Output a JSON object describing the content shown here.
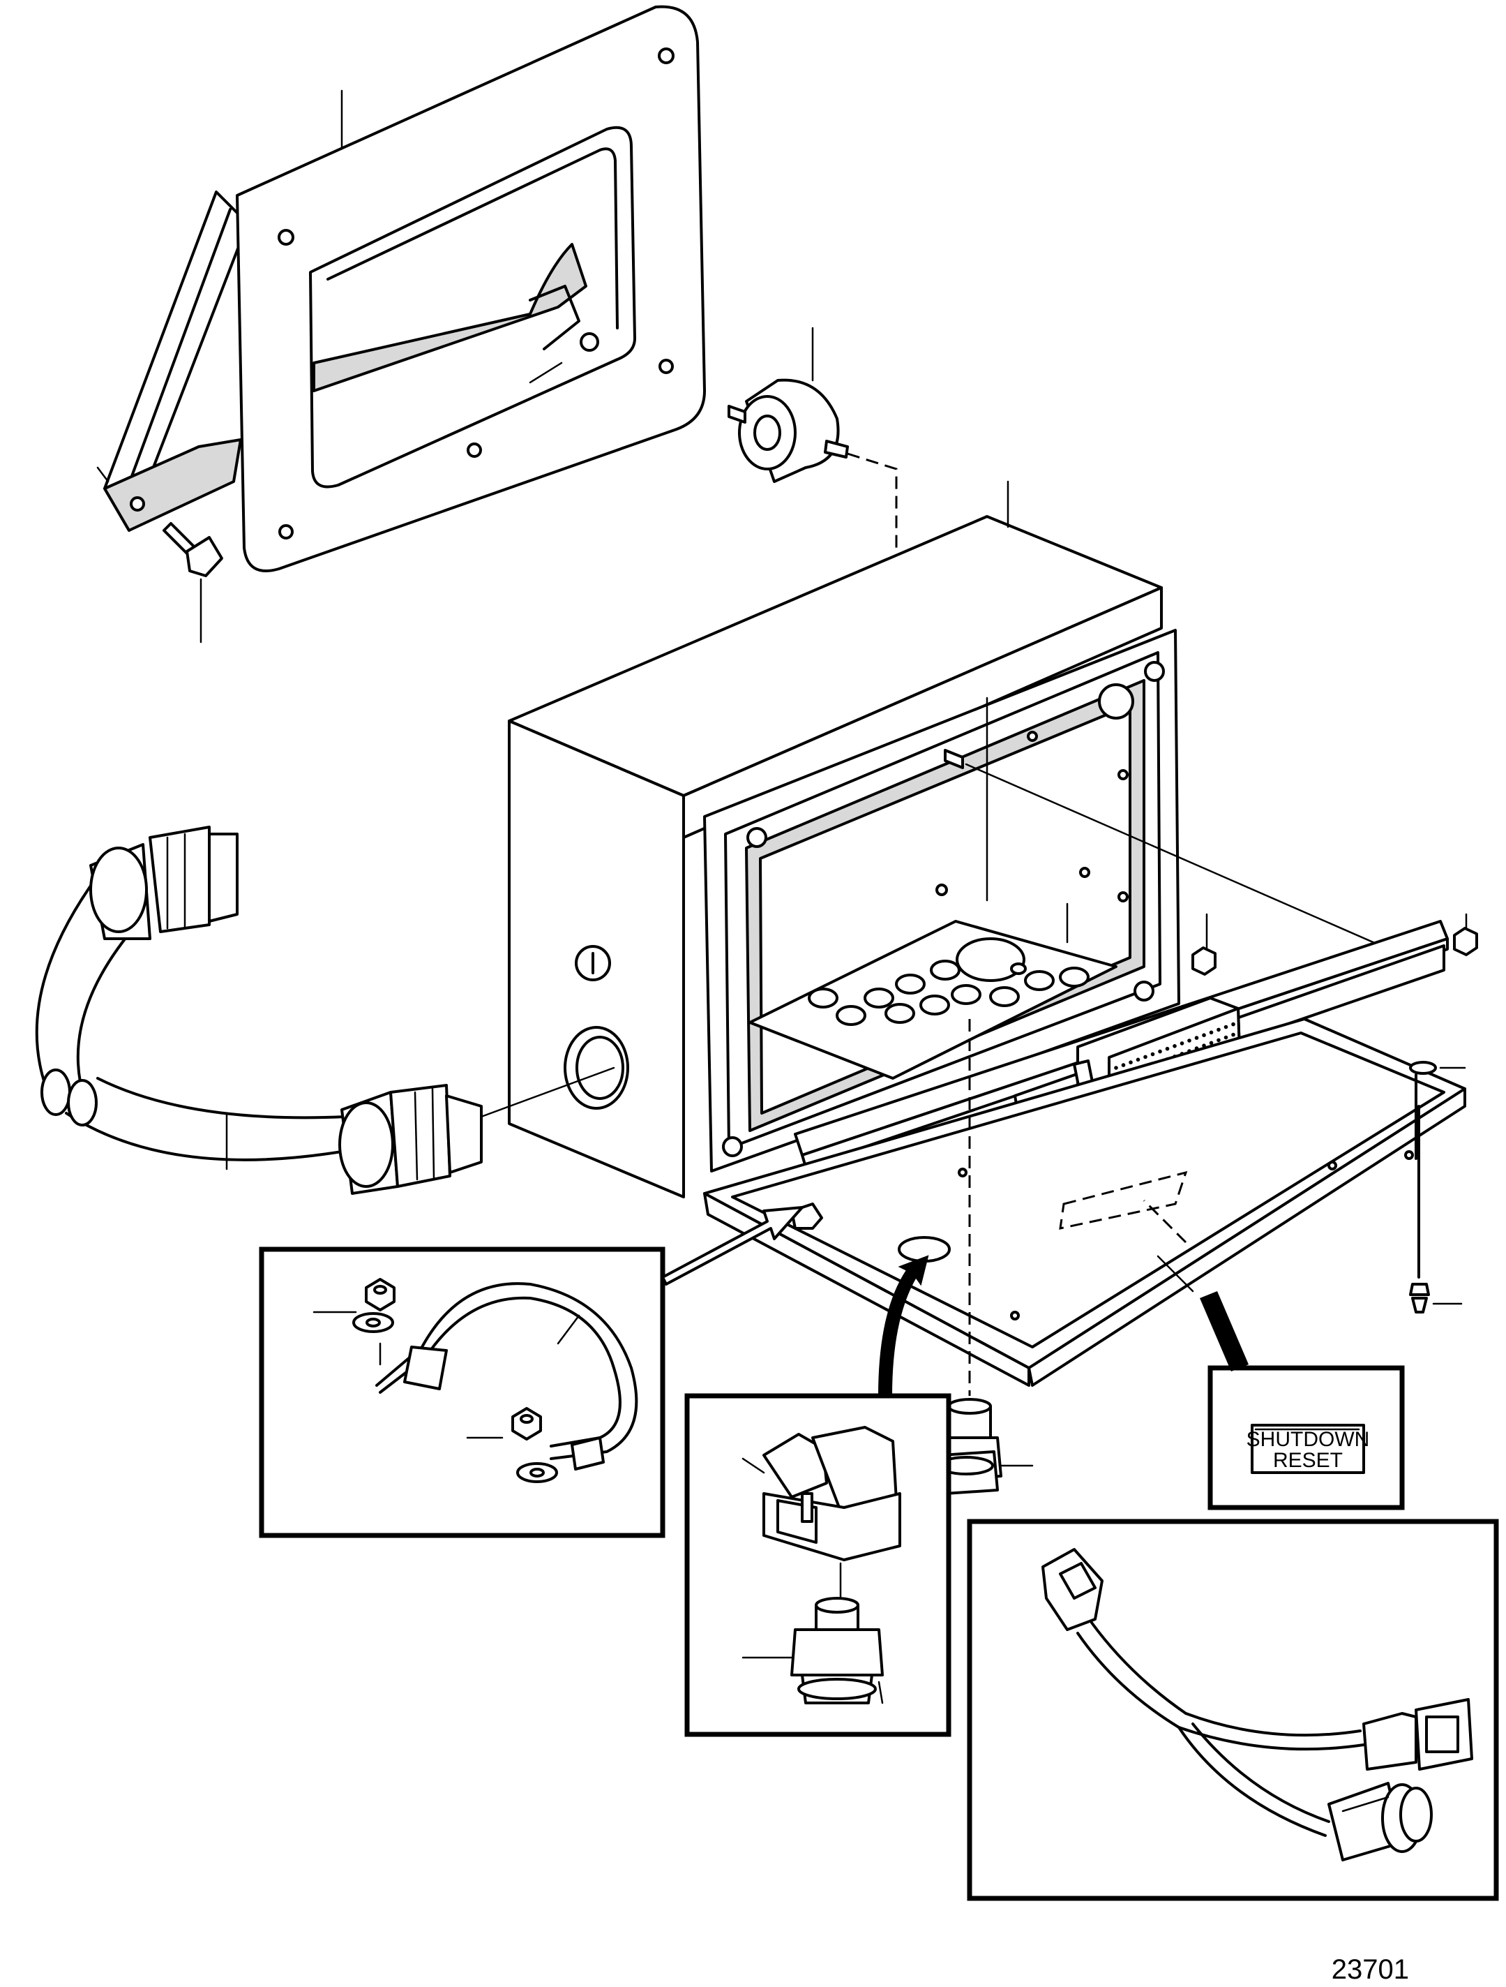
{
  "figure_number": "23701",
  "decal": {
    "line1": "SHUTDOWN",
    "line2": "RESET"
  },
  "icons": {
    "mounting_bracket": "bracket-with-handle-icon",
    "spacer": "cylindrical-spacer-icon",
    "enclosure": "electrical-enclosure-box-icon",
    "conduit": "flexible-conduit-hose-icon",
    "gland": "cable-gland-icon",
    "din_rail": "din-rail-icon",
    "terminal_block": "terminal-block-icon",
    "lid": "enclosure-lid-icon",
    "ground_strap": "ground-strap-icon",
    "switch": "push-button-switch-icon",
    "harness": "wiring-harness-y-icon"
  }
}
